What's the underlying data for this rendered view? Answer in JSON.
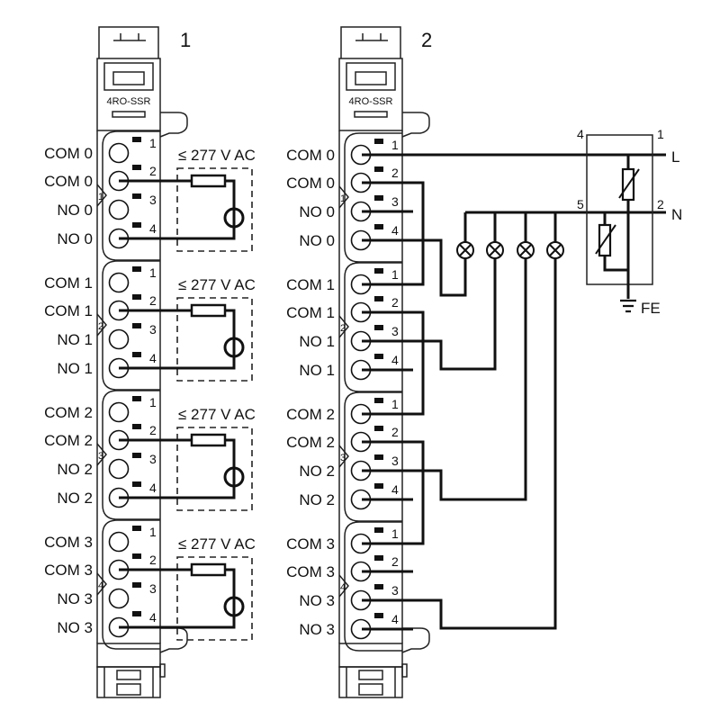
{
  "diagrams": [
    {
      "number": "1",
      "module_label": "4RO-SSR",
      "terminal_labels": [
        "COM 0",
        "COM 0",
        "NO 0",
        "NO 0",
        "COM 1",
        "COM 1",
        "NO 1",
        "NO 1",
        "COM 2",
        "COM 2",
        "NO 2",
        "NO 2",
        "COM 3",
        "COM 3",
        "NO 3",
        "NO 3"
      ],
      "group_numbers": [
        "1",
        "2",
        "3",
        "4"
      ],
      "pin_numbers": [
        "1",
        "2",
        "3",
        "4"
      ],
      "voltage_label": "≤ 277 V AC"
    },
    {
      "number": "2",
      "module_label": "4RO-SSR",
      "terminal_labels": [
        "COM 0",
        "COM 0",
        "NO 0",
        "NO 0",
        "COM 1",
        "COM 1",
        "NO 1",
        "NO 1",
        "COM 2",
        "COM 2",
        "NO 2",
        "NO 2",
        "COM 3",
        "COM 3",
        "NO 3",
        "NO 3"
      ],
      "group_numbers": [
        "1",
        "2",
        "3",
        "4"
      ],
      "pin_numbers": [
        "1",
        "2",
        "3",
        "4"
      ],
      "supply": {
        "line": "L",
        "neutral": "N",
        "earth": "FE"
      },
      "protection_pins": [
        "4",
        "1",
        "5",
        "2"
      ],
      "lamp_count": 4
    }
  ]
}
